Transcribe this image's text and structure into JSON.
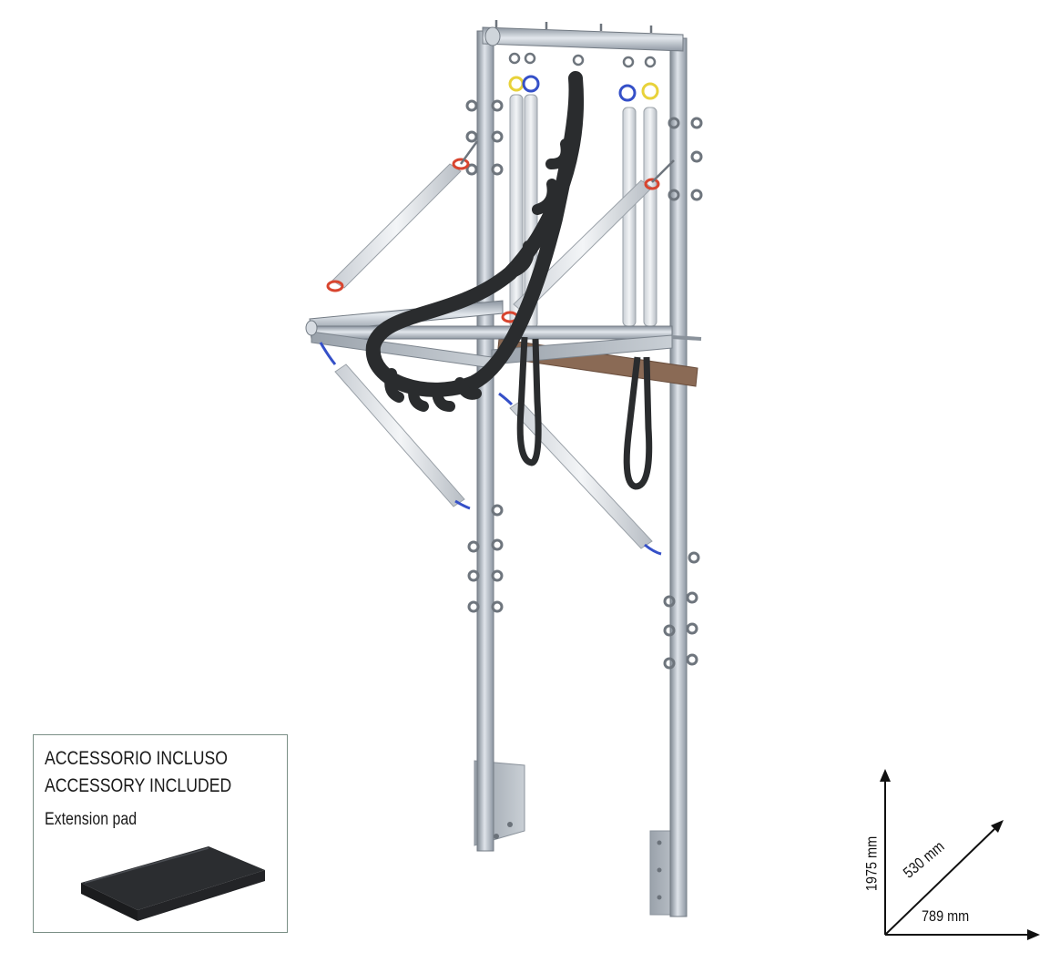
{
  "accessory": {
    "heading_it": "ACCESSORIO INCLUSO",
    "heading_en": "ACCESSORY INCLUDED",
    "item": "Extension pad"
  },
  "dimensions": {
    "height": "1975 mm",
    "depth": "530 mm",
    "width": "789 mm"
  },
  "colors": {
    "frame": "#a8b0ba",
    "strap": "#2a2c2e",
    "wood": "#8a6a55",
    "spring_red": "#d8452f",
    "spring_blue": "#3550c8",
    "spring_yellow": "#e8d23a",
    "box_border": "#7b8f86"
  }
}
